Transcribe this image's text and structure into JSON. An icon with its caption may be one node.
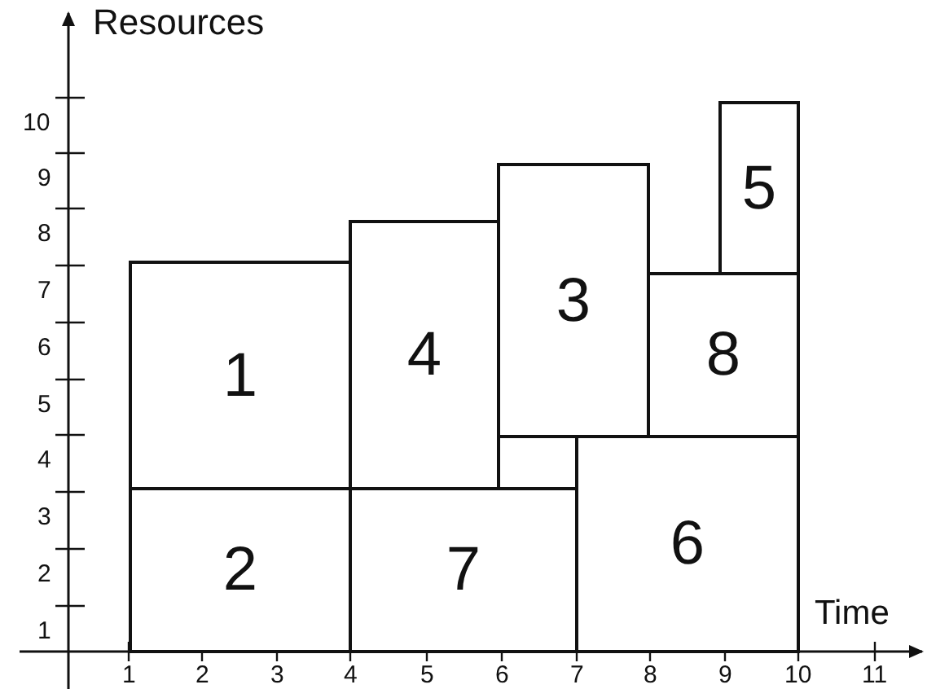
{
  "diagram": {
    "nodes": [
      {
        "text": [
          "1"
        ]
      },
      {
        "text": [
          "2"
        ]
      },
      {
        "text": [
          "3"
        ]
      },
      {
        "text": [
          "4"
        ]
      },
      {
        "text": [
          "5"
        ]
      },
      {
        "text": [
          "6"
        ]
      },
      {
        "text": [
          "7"
        ]
      },
      {
        "text": [
          "8"
        ]
      }
    ],
    "labels": [
      "Resources",
      "10",
      "9",
      "8",
      "7",
      "6",
      "5",
      "4",
      "3",
      "2",
      "1",
      "Time",
      "1",
      "2",
      "3",
      "4",
      "5",
      "6",
      "7",
      "8",
      "9",
      "10",
      "11"
    ]
  }
}
